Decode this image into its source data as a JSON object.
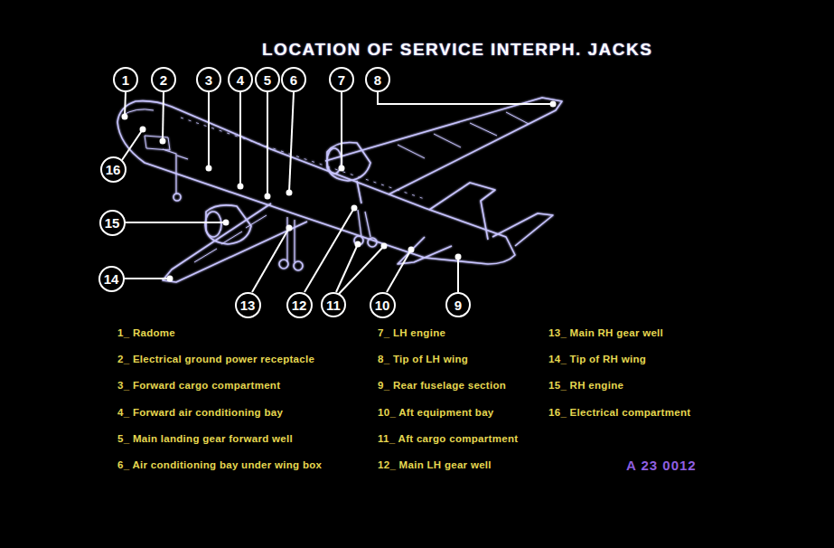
{
  "diagram": {
    "title": "LOCATION OF SERVICE INTERPH. JACKS",
    "nodes": [
      {
        "text": [
          "1"
        ]
      },
      {
        "text": [
          "2"
        ]
      },
      {
        "text": [
          "3"
        ]
      },
      {
        "text": [
          "4"
        ]
      },
      {
        "text": [
          "5"
        ]
      },
      {
        "text": [
          "6"
        ]
      },
      {
        "text": [
          "7"
        ]
      },
      {
        "text": [
          "8"
        ]
      },
      {
        "text": [
          "9"
        ]
      },
      {
        "text": [
          "10"
        ]
      },
      {
        "text": [
          "11"
        ]
      },
      {
        "text": [
          "12"
        ]
      },
      {
        "text": [
          "13"
        ]
      },
      {
        "text": [
          "14"
        ]
      },
      {
        "text": [
          "15"
        ]
      },
      {
        "text": [
          "16"
        ]
      }
    ],
    "labels": [
      "1_ Radome",
      "2_ Electrical ground power receptacle",
      "3_ Forward cargo compartment",
      "4_ Forward air conditioning bay",
      "5_ Main landing gear forward well",
      "6_ Air conditioning bay under wing box",
      "7_ LH engine",
      "8_ Tip of LH wing",
      "9_ Rear fuselage section",
      "10_ Aft equipment bay",
      "11_ Aft cargo compartment",
      "12_ Main LH gear well",
      "13_ Main RH gear well",
      "14_ Tip of RH wing",
      "15_ RH engine",
      "16_ Electrical compartment",
      "A 23 0012"
    ]
  }
}
